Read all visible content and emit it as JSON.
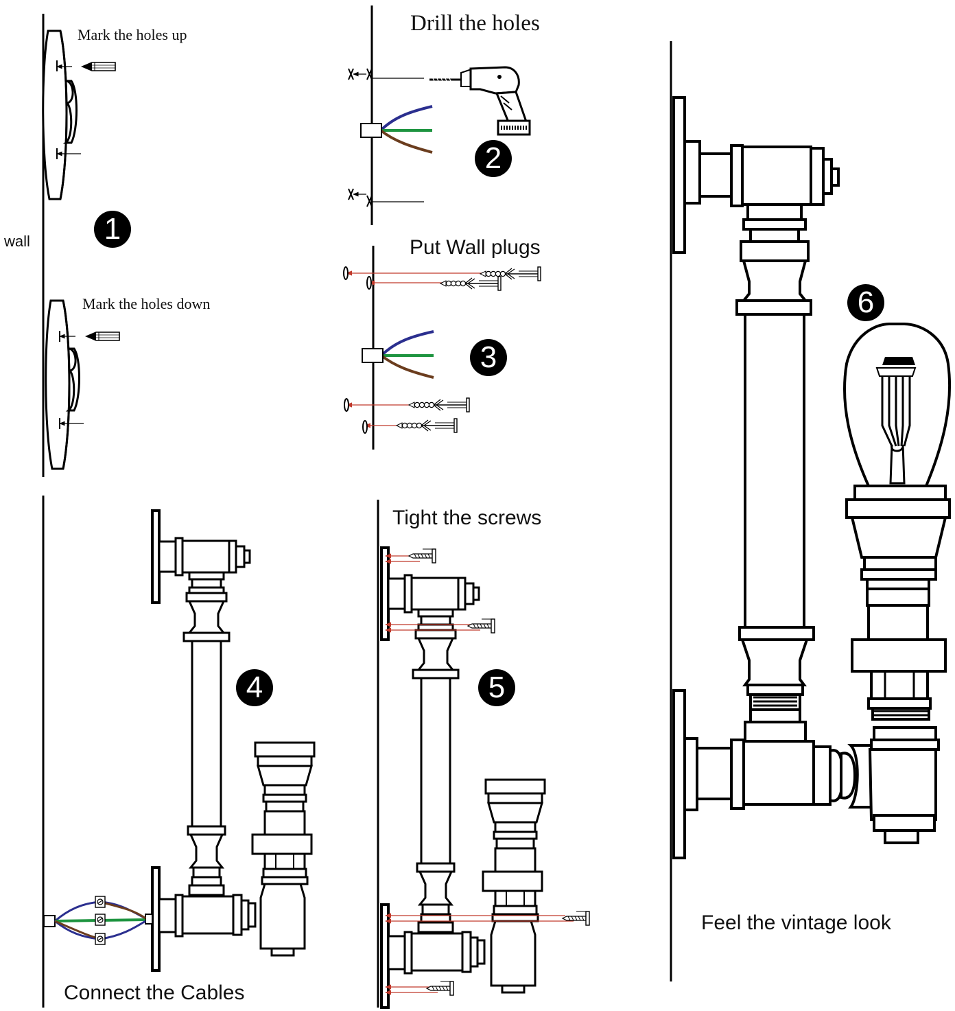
{
  "labels": {
    "wall": "wall",
    "mark_up": "Mark the holes up",
    "mark_down": "Mark the holes down",
    "drill": "Drill the holes",
    "plugs": "Put Wall plugs",
    "screws": "Tight the screws",
    "cables": "Connect the Cables",
    "vintage": "Feel the vintage look"
  },
  "steps": [
    "1",
    "2",
    "3",
    "4",
    "5",
    "6"
  ],
  "colors": {
    "wire_blue": "#2b2f8f",
    "wire_green": "#1e9440",
    "wire_brown": "#6b3d1e",
    "guide_red": "#c0392b",
    "ink": "#000000"
  },
  "icons": [
    "pencil-icon",
    "drill-icon",
    "wall-plug-icon",
    "screw-icon",
    "pipe-lamp-icon",
    "edison-bulb-icon",
    "terminal-block-icon"
  ]
}
